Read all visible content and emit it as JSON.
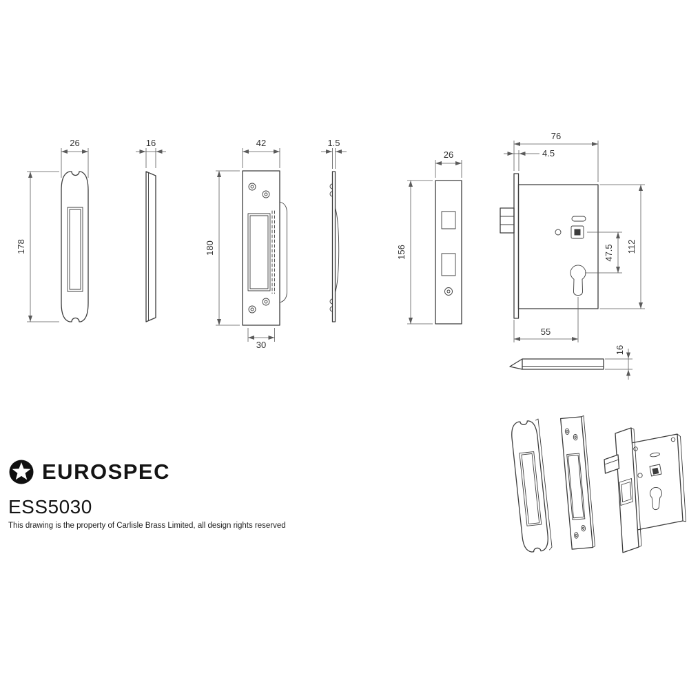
{
  "sheet": {
    "background": "#ffffff",
    "line_color": "#3c3c3c",
    "dimension_color": "#5a5a5a"
  },
  "brand": {
    "name": "EUROSPEC",
    "model": "ESS5030",
    "copyright": "This drawing is the property of Carlisle Brass Limited, all design rights reserved"
  },
  "dimensions": {
    "strike_width": "26",
    "strike_height": "178",
    "strike_depth": "16",
    "forend_width": "42",
    "forend_height": "180",
    "forend_opening_width": "30",
    "plate_thickness": "1.5",
    "faceplate_width": "26",
    "faceplate_height": "156",
    "case_depth": "76",
    "faceplate_offset": "4.5",
    "centres": "47.5",
    "case_height": "112",
    "backset": "55",
    "follower_bar_height": "16"
  }
}
